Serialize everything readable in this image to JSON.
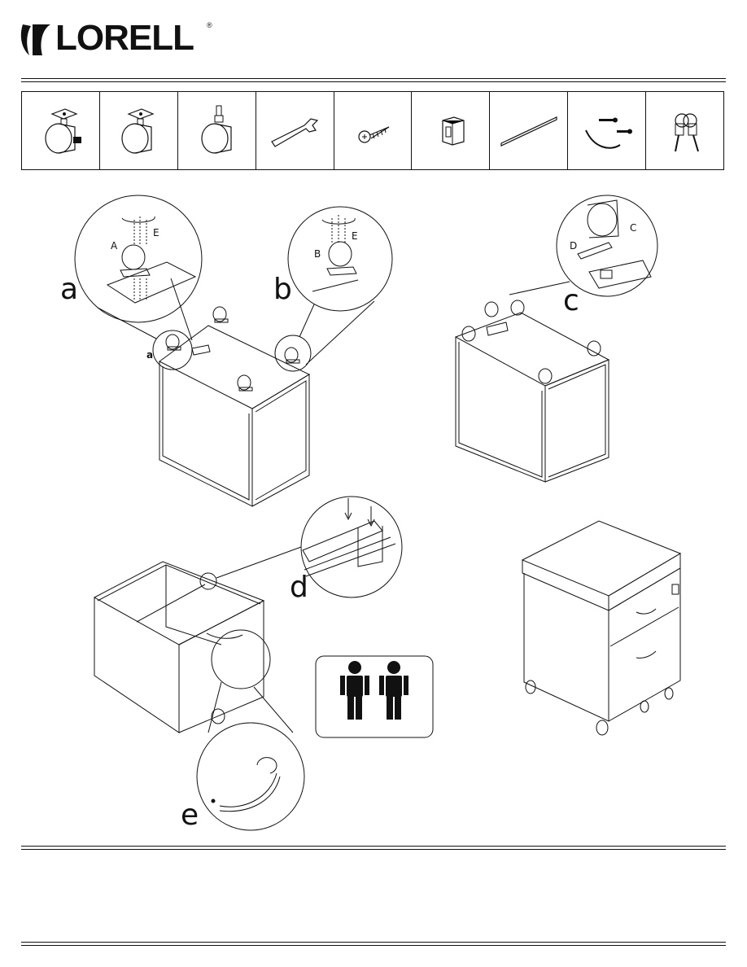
{
  "brand": {
    "name": "LORELL",
    "registered": "®"
  },
  "parts": [
    {
      "icon": "brake-caster-icon"
    },
    {
      "icon": "plate-caster-icon"
    },
    {
      "icon": "stem-caster-icon"
    },
    {
      "icon": "wrench-icon"
    },
    {
      "icon": "screw-icon"
    },
    {
      "icon": "connector-clip-icon"
    },
    {
      "icon": "drawer-rail-icon"
    },
    {
      "icon": "handle-with-screws-icon"
    },
    {
      "icon": "keys-icon"
    }
  ],
  "steps": {
    "a": "a",
    "a_small": "a",
    "b": "b",
    "c": "c",
    "d": "d",
    "e": "e"
  },
  "callouts": {
    "a_A": "A",
    "a_E": "E",
    "b_B": "B",
    "b_E": "E",
    "c_C": "C",
    "c_D": "D"
  },
  "two_person_icon": "two-person-lift-icon"
}
